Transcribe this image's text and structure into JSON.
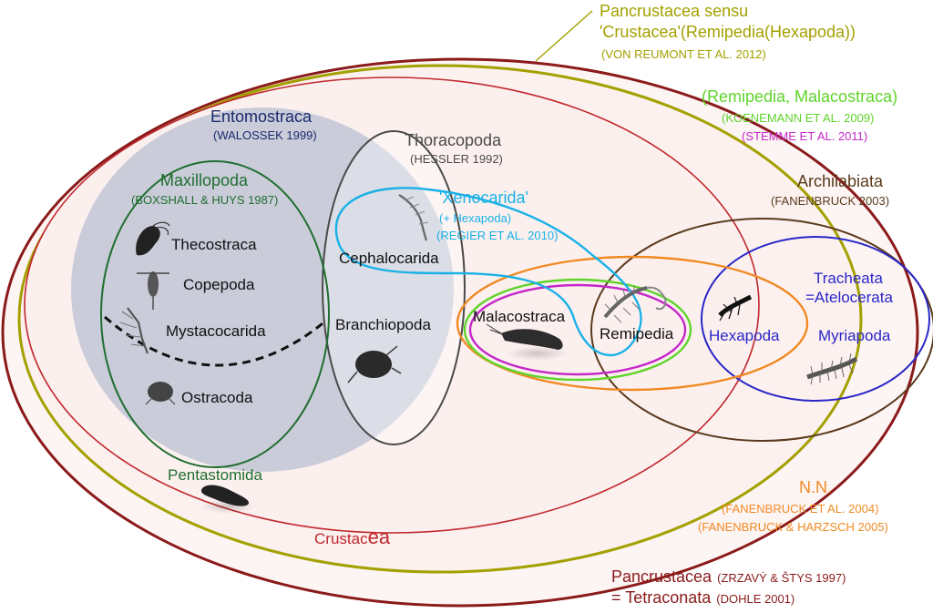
{
  "colors": {
    "pancrustacea": "#8b1a1a",
    "crustacea": "#c0282d",
    "reumont": "#a3a000",
    "entomostraca": "#1a2a6c",
    "entomostraca_fill": "#c5c9d8",
    "maxillopoda": "#1f6e2f",
    "thoracopoda": "#4a4a4a",
    "xenocarida": "#19b1e6",
    "remi_mala_green": "#5fd42a",
    "remi_mala_magenta": "#c428c8",
    "nn": "#f08a24",
    "archilabiata": "#5a3a1c",
    "tracheata": "#2a27c8",
    "dark": "#111111"
  },
  "icons": {
    "thecostraca": "barnacle-icon",
    "copepoda": "copepod-icon",
    "mystacocarida": "mystacocarid-icon",
    "ostracoda": "ostracod-icon",
    "cephalocarida": "cephalocarid-icon",
    "branchiopoda": "branchiopod-icon",
    "malacostraca": "shrimp-icon",
    "remipedia": "remipede-icon",
    "hexapoda": "insect-icon",
    "myriapoda": "centipede-icon",
    "pentastomida": "tongue-worm-icon"
  },
  "labels": {
    "pancrustacea_sensu_line1": "Pancrustacea sensu",
    "pancrustacea_sensu_line2": "'Crustacea'(Remipedia(Hexapoda))",
    "pancrustacea_sensu_ref": "(VON REUMONT ET AL. 2012)",
    "remi_mala_title": "(Remipedia, Malacostraca)",
    "remi_mala_ref1": "(KOENEMANN ET AL. 2009)",
    "remi_mala_ref2": "(STEMME ET AL. 2011)",
    "archilabiata": "Archilabiata",
    "archilabiata_ref": "(FANENBRUCK 2003)",
    "entomostraca": "Entomostraca",
    "entomostraca_ref": "(WALOSSEK 1999)",
    "thoracopoda": "Thoracopoda",
    "thoracopoda_ref": "(HESSLER 1992)",
    "maxillopoda": "Maxillopoda",
    "maxillopoda_ref": "(BOXSHALL & HUYS 1987)",
    "xenocarida": "'Xenocarida'",
    "xenocarida_sub": "(+ Hexapoda)",
    "xenocarida_ref": "(REGIER ET AL. 2010)",
    "thecostraca": "Thecostraca",
    "copepoda": "Copepoda",
    "mystacocarida": "Mystacocarida",
    "ostracoda": "Ostracoda",
    "cephalocarida": "Cephalocarida",
    "branchiopoda": "Branchiopoda",
    "malacostraca": "Malacostraca",
    "remipedia": "Remipedia",
    "hexapoda": "Hexapoda",
    "myriapoda": "Myriapoda",
    "tracheata_line1": "Tracheata",
    "tracheata_line2": "=Atelocerata",
    "pentastomida": "Pentastomida",
    "crustacea_a": "Crustac",
    "crustacea_b": "ea",
    "nn": "N.N.",
    "nn_ref1": "(FANENBRUCK ET AL. 2004)",
    "nn_ref2": "(FANENBRUCK & HARZSCH 2005)",
    "pancrustacea": "Pancrustacea",
    "pancrustacea_ref": "(ZRZAVÝ & ŠTYS 1997)",
    "tetraconata": "= Tetraconata",
    "tetraconata_ref": "(DOHLE 2001)"
  }
}
